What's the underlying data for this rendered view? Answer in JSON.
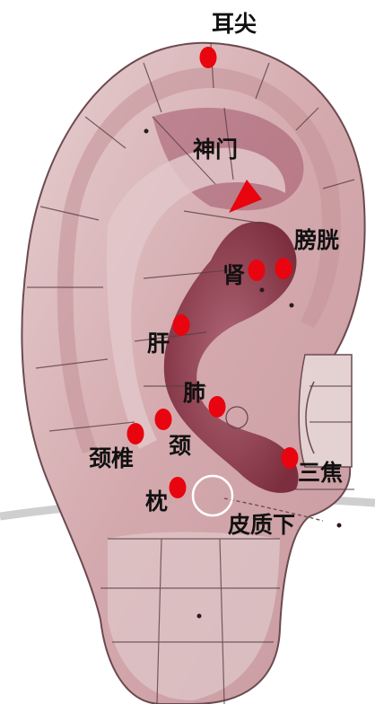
{
  "points": [
    {
      "id": "ershi",
      "label": "耳尖"
    },
    {
      "id": "shenmen",
      "label": "神门"
    },
    {
      "id": "pangguang",
      "label": "膀胱"
    },
    {
      "id": "shen",
      "label": "肾"
    },
    {
      "id": "gan",
      "label": "肝"
    },
    {
      "id": "fei",
      "label": "肺"
    },
    {
      "id": "jing",
      "label": "颈"
    },
    {
      "id": "jingzhui",
      "label": "颈椎"
    },
    {
      "id": "sanjiao",
      "label": "三焦"
    },
    {
      "id": "zhen",
      "label": "枕"
    },
    {
      "id": "pizhixia",
      "label": "皮质下"
    }
  ],
  "colors": {
    "point": "#e8050f",
    "skin": "#d8b4b6",
    "skin_dark": "#8e3b4b",
    "line": "#5a4045",
    "label": "#111111",
    "marker_ring": "#ffffff"
  }
}
